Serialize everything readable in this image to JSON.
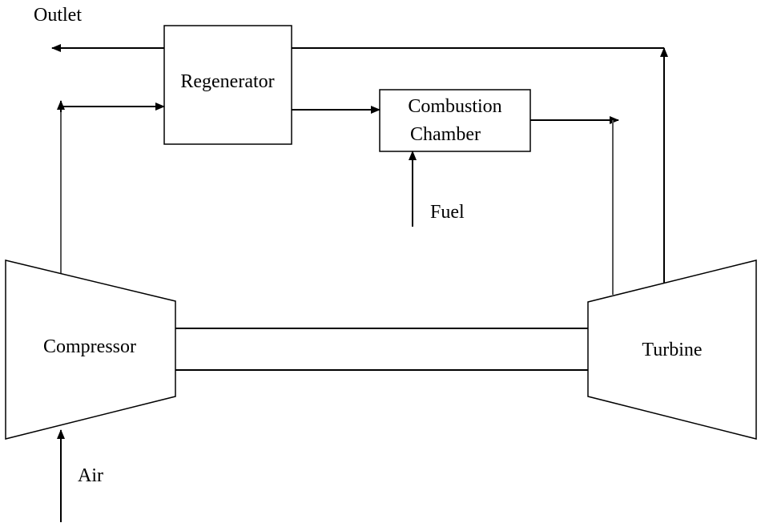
{
  "labels": {
    "outlet": "Outlet",
    "regenerator": "Regenerator",
    "combustion_line1": "Combustion",
    "combustion_line2": "Chamber",
    "fuel": "Fuel",
    "compressor": "Compressor",
    "turbine": "Turbine",
    "air": "Air"
  },
  "colors": {
    "line": "#000000",
    "riser_line": "#555555",
    "background": "#ffffff"
  }
}
